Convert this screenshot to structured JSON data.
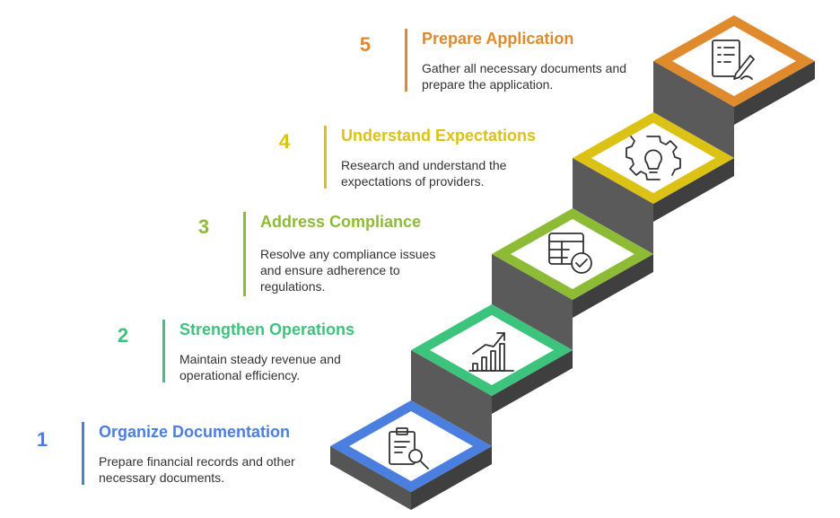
{
  "steps": [
    {
      "number": "1",
      "title": "Organize Documentation",
      "desc": "Prepare financial records and other necessary documents.",
      "color": "#4a7fe0",
      "icon": "document-search-icon"
    },
    {
      "number": "2",
      "title": "Strengthen Operations",
      "desc": "Maintain steady revenue and operational efficiency.",
      "color": "#3cc47c",
      "icon": "growth-chart-icon"
    },
    {
      "number": "3",
      "title": "Address Compliance",
      "desc": "Resolve any compliance issues and ensure adherence to regulations.",
      "color": "#8dbb36",
      "icon": "table-check-icon"
    },
    {
      "number": "4",
      "title": "Understand Expectations",
      "desc": "Research and understand the expectations of providers.",
      "color": "#dcc214",
      "icon": "gear-bulb-icon"
    },
    {
      "number": "5",
      "title": "Prepare Application",
      "desc": "Gather all necessary documents and prepare the application.",
      "color": "#e08a2e",
      "icon": "form-sign-icon"
    }
  ]
}
